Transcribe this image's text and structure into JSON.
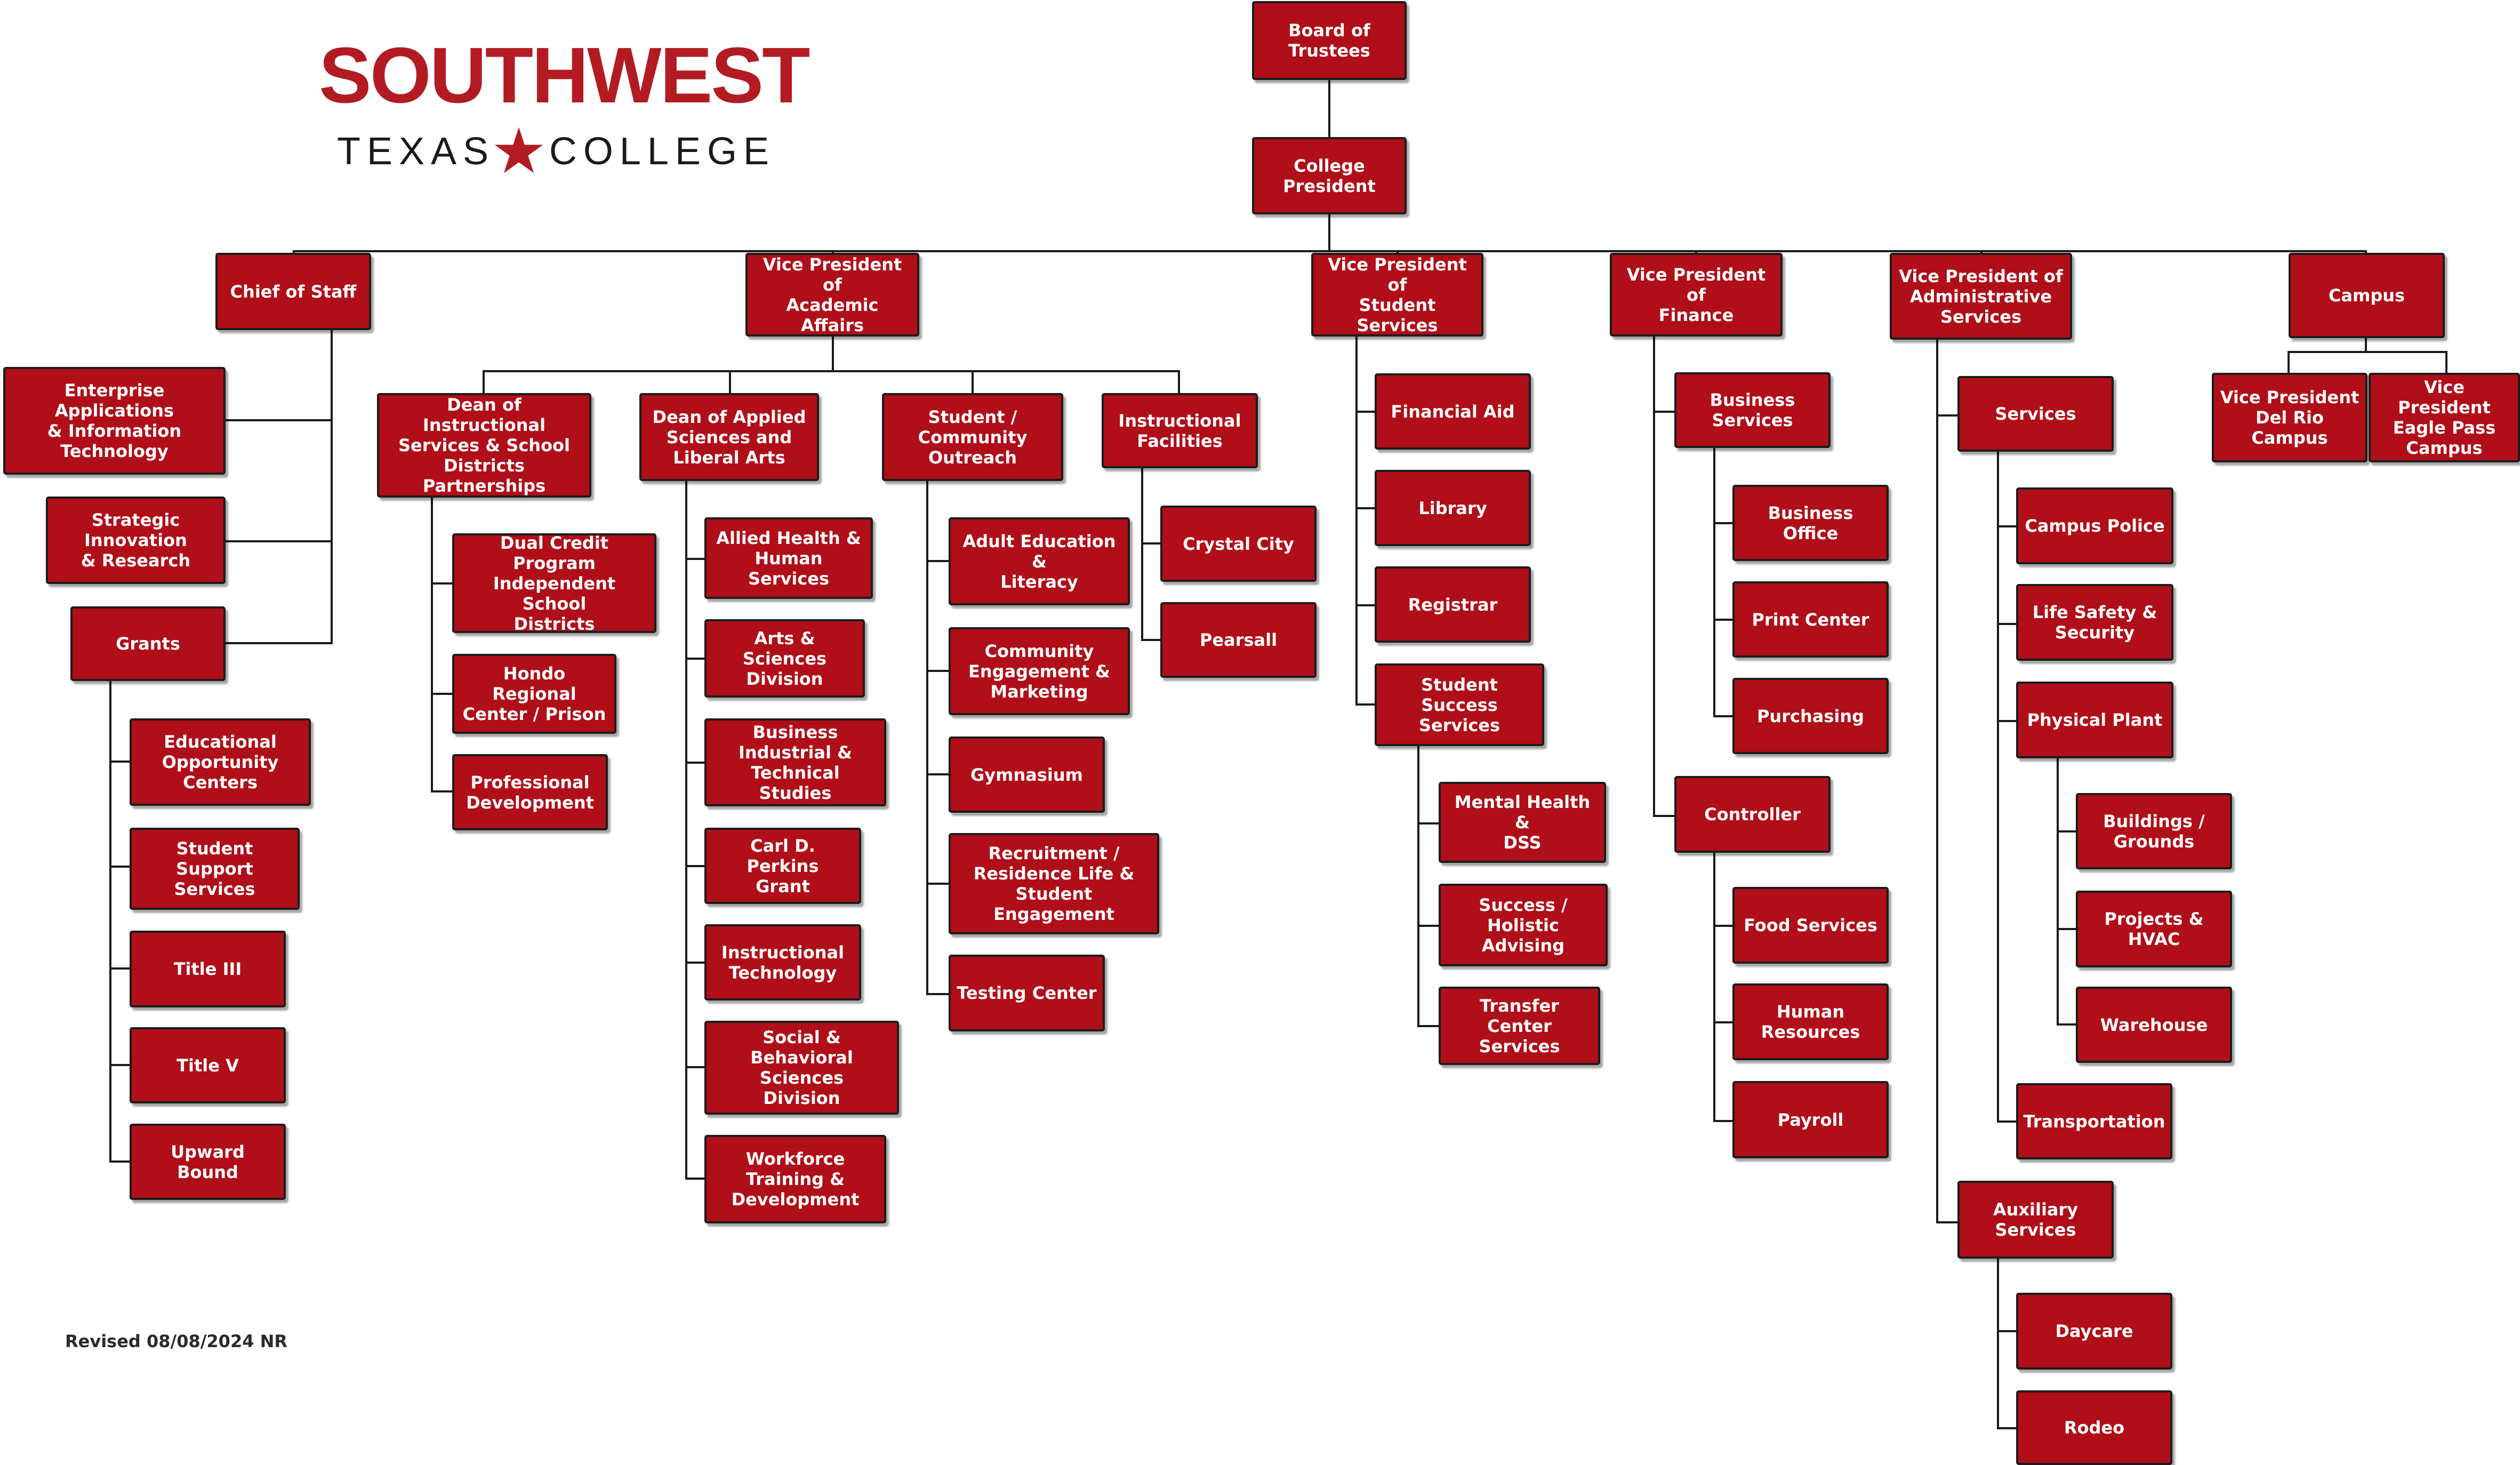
{
  "logo": {
    "name": "SOUTHWEST",
    "sub_left": "TEXAS",
    "sub_right": "COLLEGE",
    "brand_red": "#b31b22"
  },
  "node_fill": "#b00e18",
  "revised": "Revised 08/08/2024 NR",
  "chart": {
    "board": "Board of\nTrustees",
    "president": "College\nPresident",
    "chief_of_staff": {
      "title": "Chief of Staff",
      "items": [
        "Enterprise\nApplications\n& Information\nTechnology",
        "Strategic\nInnovation\n& Research",
        "Grants"
      ],
      "grants": [
        "Educational\nOpportunity\nCenters",
        "Student Support\nServices",
        "Title III",
        "Title V",
        "Upward\nBound"
      ]
    },
    "academic": {
      "title": "Vice President of\nAcademic Affairs",
      "dean_instructional": {
        "title": "Dean of Instructional\nServices & School\nDistricts Partnerships",
        "items": [
          "Dual Credit Program\nIndependent School\nDistricts",
          "Hondo Regional\nCenter / Prison",
          "Professional\nDevelopment"
        ]
      },
      "dean_applied": {
        "title": "Dean of Applied\nSciences and\nLiberal Arts",
        "items": [
          "Allied Health &\nHuman Services",
          "Arts & Sciences\nDivision",
          "Business\nIndustrial &\nTechnical Studies",
          "Carl D. Perkins\nGrant",
          "Instructional\nTechnology",
          "Social & Behavioral\nSciences\nDivision",
          "Workforce\nTraining &\nDevelopment"
        ]
      },
      "outreach": {
        "title": "Student /\nCommunity\nOutreach",
        "items": [
          "Adult Education\n&\nLiteracy",
          "Community\nEngagement &\nMarketing",
          "Gymnasium",
          "Recruitment /\nResidence Life &\nStudent Engagement",
          "Testing Center"
        ]
      },
      "facilities": {
        "title": "Instructional\nFacilities",
        "items": [
          "Crystal City",
          "Pearsall"
        ]
      }
    },
    "student_services": {
      "title": "Vice President of\nStudent Services",
      "items": [
        "Financial Aid",
        "Library",
        "Registrar",
        "Student Success\nServices"
      ],
      "success": [
        "Mental Health &\nDSS",
        "Success /\nHolistic Advising",
        "Transfer Center\nServices"
      ]
    },
    "finance": {
      "title": "Vice President of\nFinance",
      "business": {
        "title": "Business\nServices",
        "items": [
          "Business\nOffice",
          "Print Center",
          "Purchasing"
        ]
      },
      "controller": {
        "title": "Controller",
        "items": [
          "Food Services",
          "Human\nResources",
          "Payroll"
        ]
      }
    },
    "admin": {
      "title": "Vice President of\nAdministrative\nServices",
      "services": {
        "title": "Services",
        "items": [
          "Campus Police",
          "Life Safety &\nSecurity",
          "Physical Plant",
          "Transportation"
        ],
        "plant": [
          "Buildings /\nGrounds",
          "Projects &\nHVAC",
          "Warehouse"
        ]
      },
      "auxiliary": {
        "title": "Auxiliary\nServices",
        "items": [
          "Daycare",
          "Rodeo"
        ]
      }
    },
    "campus": {
      "title": "Campus",
      "items": [
        "Vice President\nDel Rio\nCampus",
        "Vice President\nEagle Pass\nCampus"
      ]
    }
  }
}
